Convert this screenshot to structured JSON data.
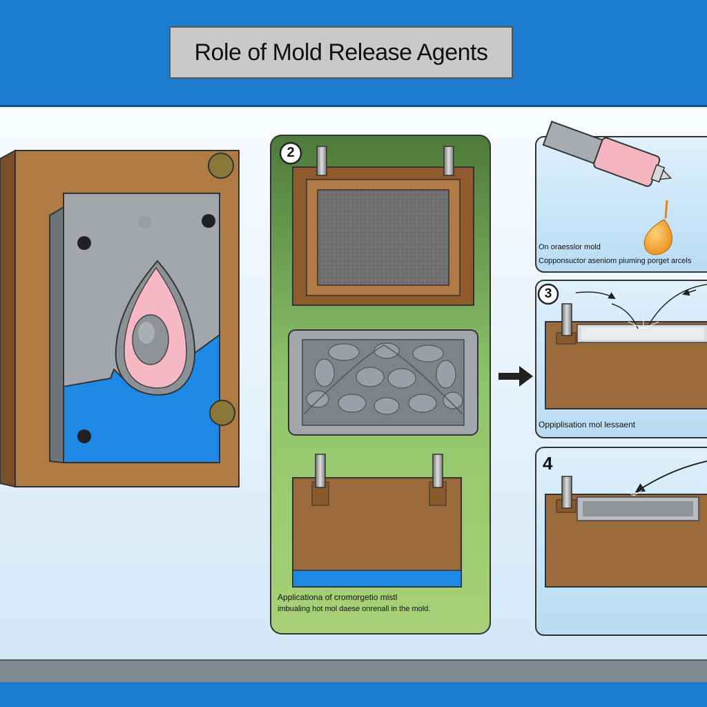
{
  "title": "Role  of  Mold Release Agents",
  "steps": {
    "s2": {
      "number": "2"
    },
    "s3": {
      "number": "3"
    },
    "s4": {
      "number": "4"
    }
  },
  "captions": {
    "center_line1": "Applicationa of cromorgetio mistl",
    "center_line2": "imbualing hot mol daese onrenall in the mold.",
    "top_right_line1": "On oraesslor mold",
    "top_right_line2": "Copponsuctor aseniom piuming porget arcels",
    "mid_right": "Oppiplisation mol lessaent"
  },
  "colors": {
    "header_blue": "#1d7ccf",
    "mold_brown": "#9b6a3a",
    "steel_gray": "#9a9ea3",
    "release_blue": "#1e88e5",
    "panel_green": "#7ab85a"
  }
}
